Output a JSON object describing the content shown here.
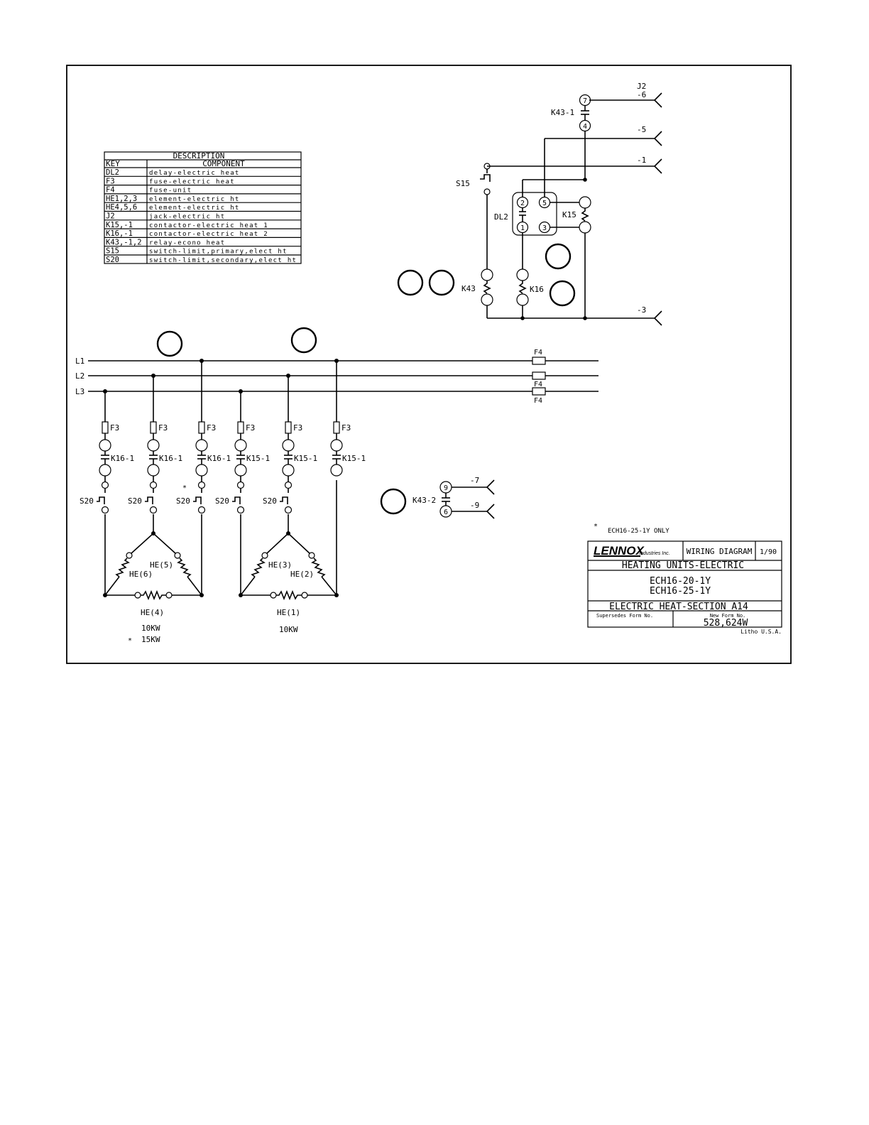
{
  "legend": {
    "title": "DESCRIPTION",
    "header": {
      "key": "KEY",
      "component": "COMPONENT"
    },
    "rows": [
      {
        "key": "DL2",
        "component": "delay-electric heat"
      },
      {
        "key": "F3",
        "component": "fuse-electric heat"
      },
      {
        "key": "F4",
        "component": "fuse-unit"
      },
      {
        "key": "HE1,2,3",
        "component": "element-electric ht"
      },
      {
        "key": "HE4,5,6",
        "component": "element-electric ht"
      },
      {
        "key": "J2",
        "component": "jack-electric ht"
      },
      {
        "key": "K15,-1",
        "component": "contactor-electric heat 1"
      },
      {
        "key": "K16,-1",
        "component": "contactor-electric heat 2"
      },
      {
        "key": "K43,-1,2",
        "component": "relay-econo heat"
      },
      {
        "key": "S15",
        "component": "switch-limit,primary,elect ht"
      },
      {
        "key": "S20",
        "component": "switch-limit,secondary,elect ht"
      }
    ]
  },
  "control": {
    "jack": "J2",
    "pins": [
      "-6",
      "-5",
      "-1",
      "-3",
      "-7",
      "-9"
    ],
    "k43_1": "K43-1",
    "k43_2": "K43-2",
    "s15": "S15",
    "dl2": "DL2",
    "k15": "K15",
    "k43": "K43",
    "k16": "K16",
    "terminals": [
      "7",
      "4",
      "2",
      "5",
      "1",
      "3",
      "9",
      "6"
    ]
  },
  "power": {
    "lines": [
      "L1",
      "L2",
      "L3"
    ],
    "f4": "F4",
    "f3": "F3",
    "contacts": [
      "K16-1",
      "K16-1",
      "K16-1",
      "K15-1",
      "K15-1",
      "K15-1"
    ],
    "s20": "S20",
    "bank1": {
      "top_left": "HE(6)",
      "top_right": "HE(5)",
      "bottom": "HE(4)",
      "rating": "10KW",
      "alt_rating": "15KW"
    },
    "bank2": {
      "top_left": "HE(3)",
      "top_right": "HE(2)",
      "bottom": "HE(1)",
      "rating": "10KW"
    },
    "note_mark": "*",
    "note": "ECH16-25-1Y ONLY"
  },
  "title_block": {
    "brand": "LENNOX",
    "brand_sub": "Industries Inc.",
    "doc_type": "WIRING DIAGRAM",
    "date": "1/90",
    "title": "HEATING UNITS-ELECTRIC",
    "model1": "ECH16-20-1Y",
    "model2": "ECH16-25-1Y",
    "section": "ELECTRIC HEAT-SECTION A14",
    "supersedes_label": "Supersedes Form No.",
    "new_form_label": "New Form No.",
    "form_no": "528,624W",
    "litho": "Litho U.S.A."
  }
}
